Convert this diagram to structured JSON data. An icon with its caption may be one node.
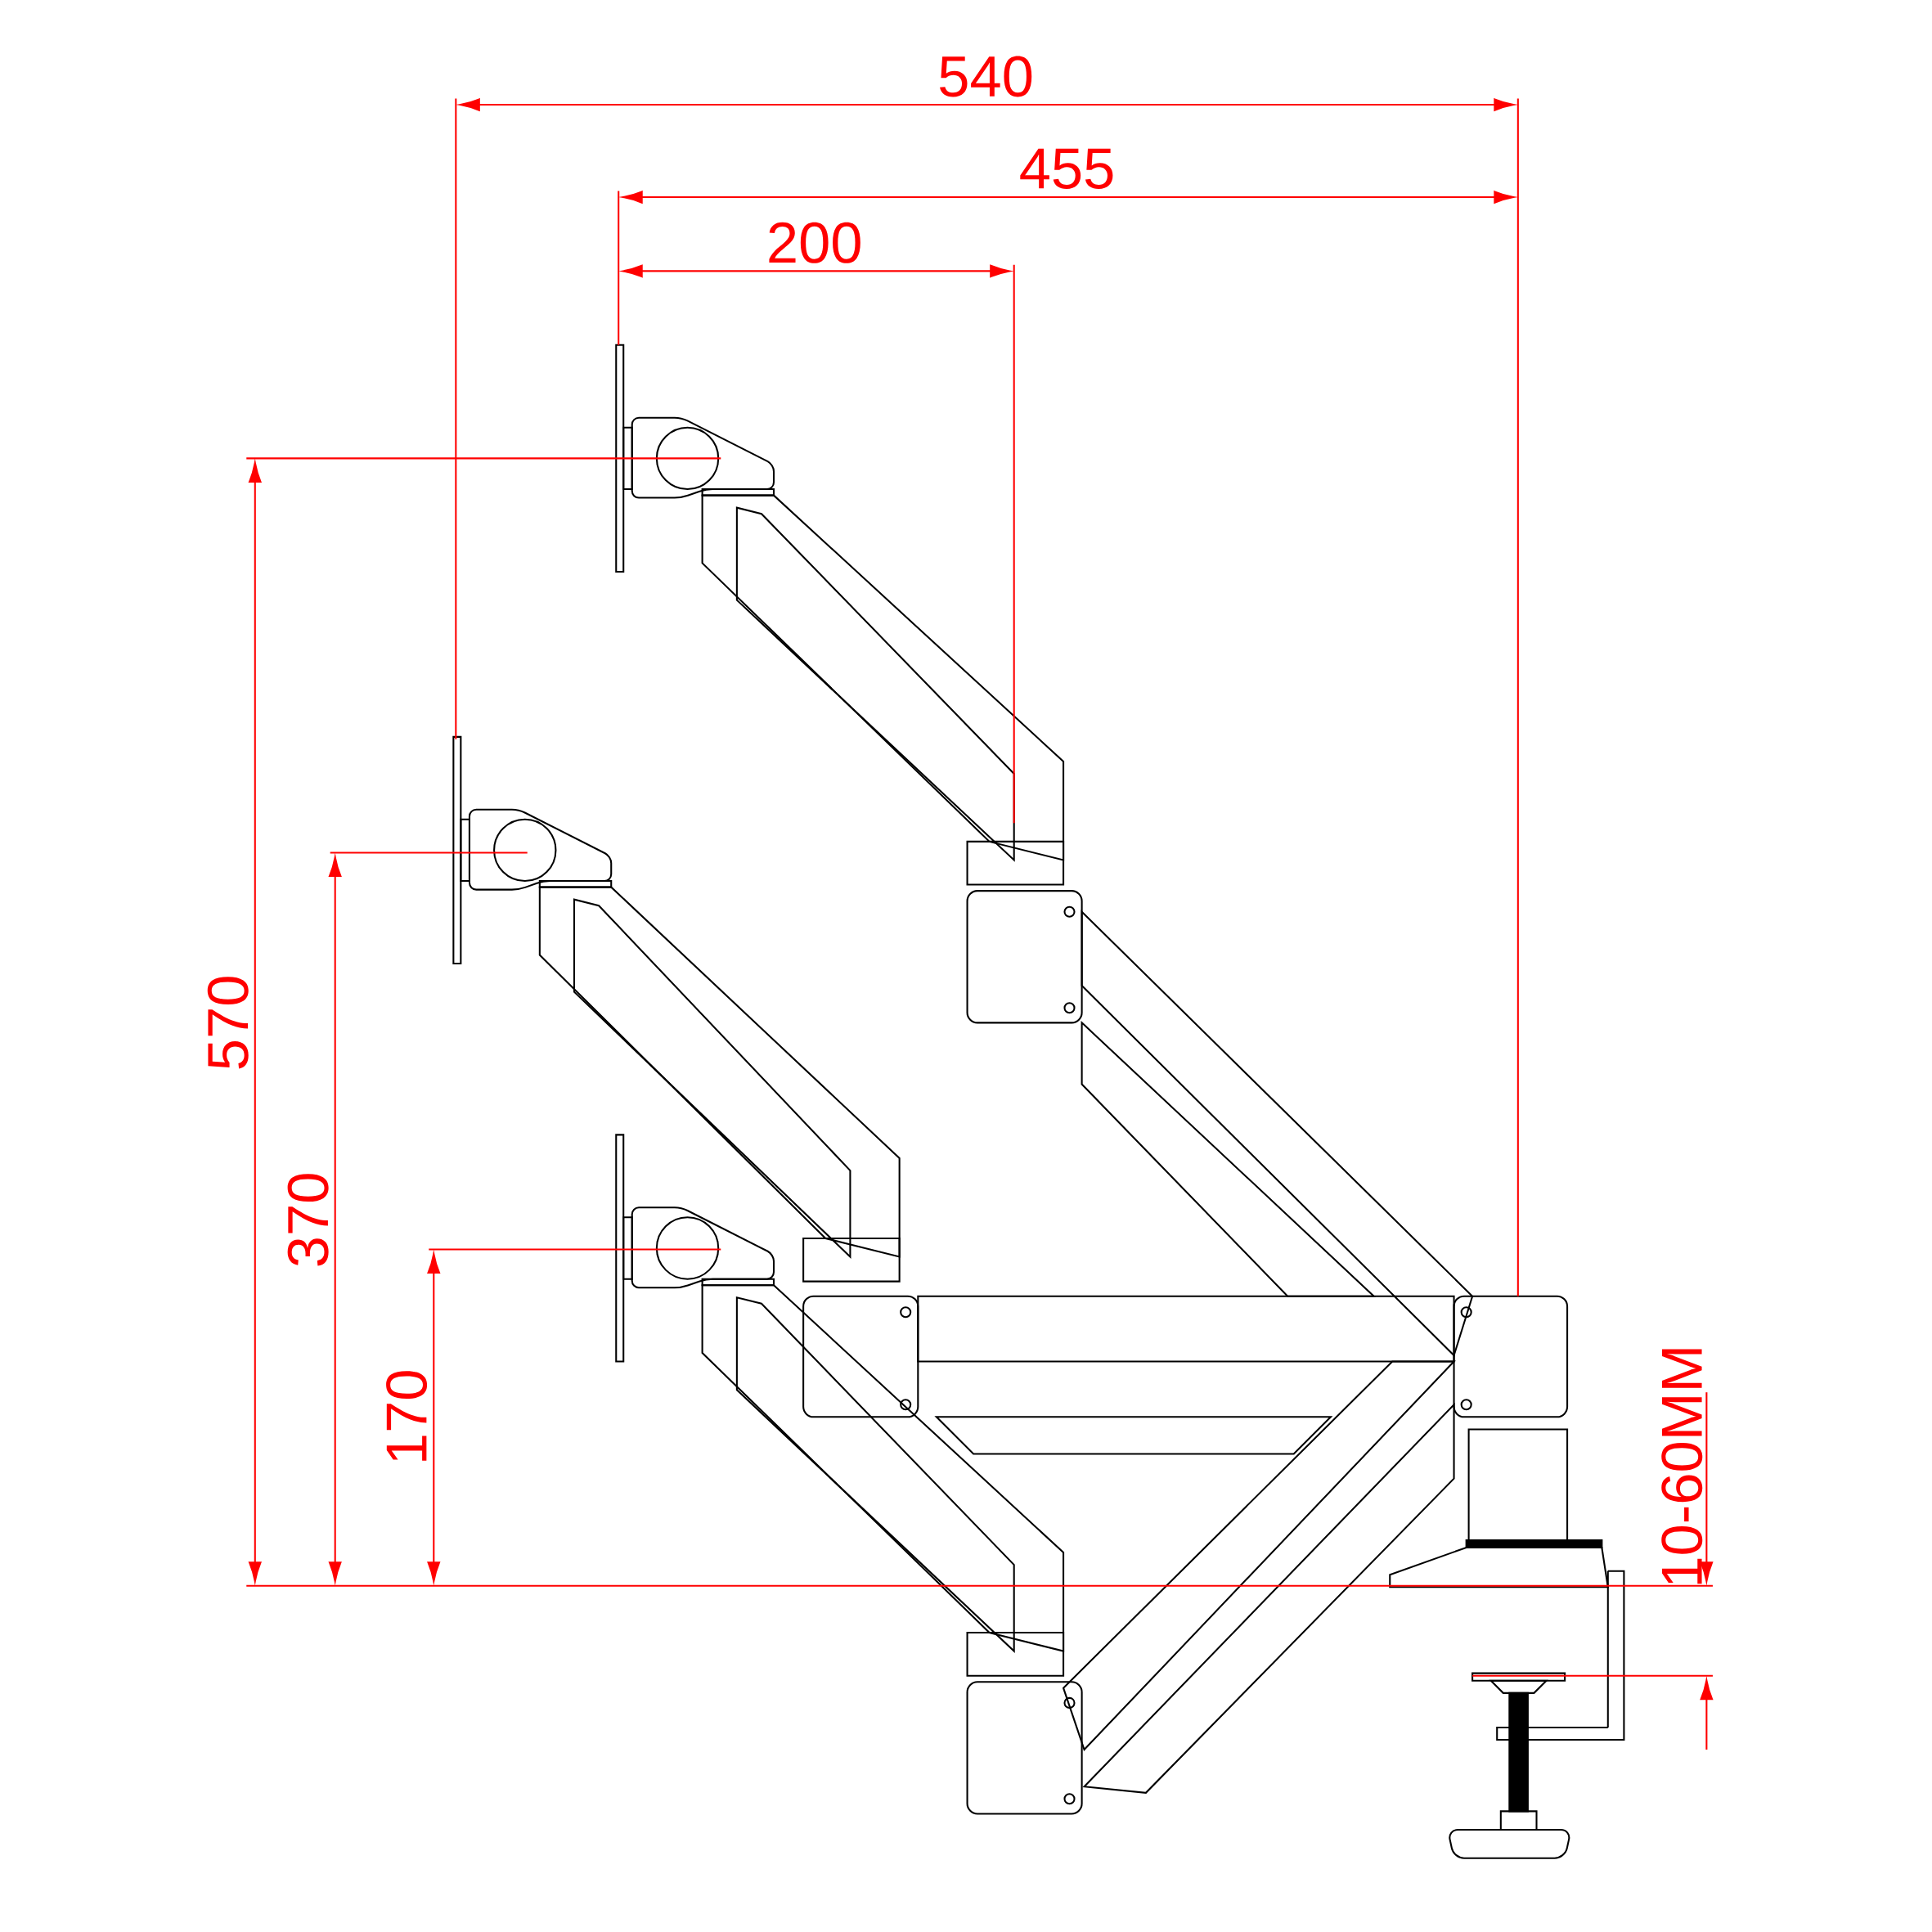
{
  "diagram": {
    "labels": [
      "540",
      "455",
      "200",
      "570",
      "370",
      "170",
      "10-60MM"
    ]
  }
}
